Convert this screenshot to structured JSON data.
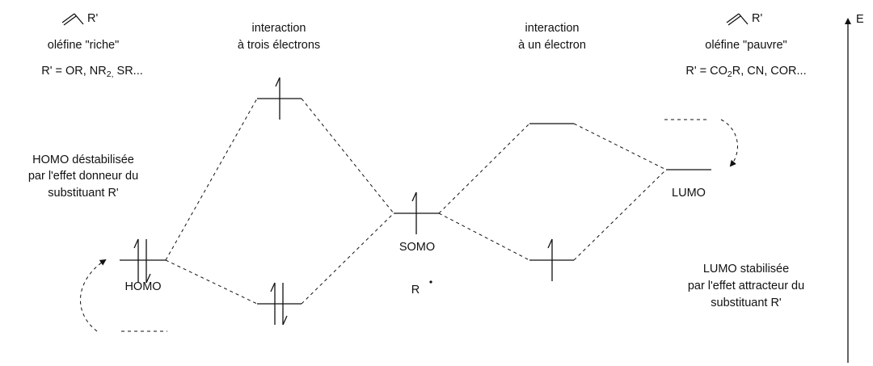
{
  "left_olefin": {
    "substituent": "R'",
    "name": "oléfine \"riche\"",
    "formula_prefix": "R' = OR, NR",
    "formula_sub": "2,",
    "formula_suffix": " SR..."
  },
  "right_olefin": {
    "substituent": "R'",
    "name": "oléfine \"pauvre\"",
    "formula_prefix": "R' = CO",
    "formula_sub": "2",
    "formula_suffix": "R, CN, COR..."
  },
  "interaction_three": {
    "line1": "interaction",
    "line2": "à trois électrons"
  },
  "interaction_one": {
    "line1": "interaction",
    "line2": "à un électron"
  },
  "homo_note": {
    "line1": "HOMO déstabilisée",
    "line2": "par l'effet donneur du",
    "line3": "substituant R'"
  },
  "lumo_note": {
    "line1": "LUMO stabilisée",
    "line2": "par l'effet attracteur du",
    "line3": "substituant R'"
  },
  "labels": {
    "homo": "HOMO",
    "lumo": "LUMO",
    "somo": "SOMO",
    "radical": "R",
    "energy_axis": "E"
  }
}
